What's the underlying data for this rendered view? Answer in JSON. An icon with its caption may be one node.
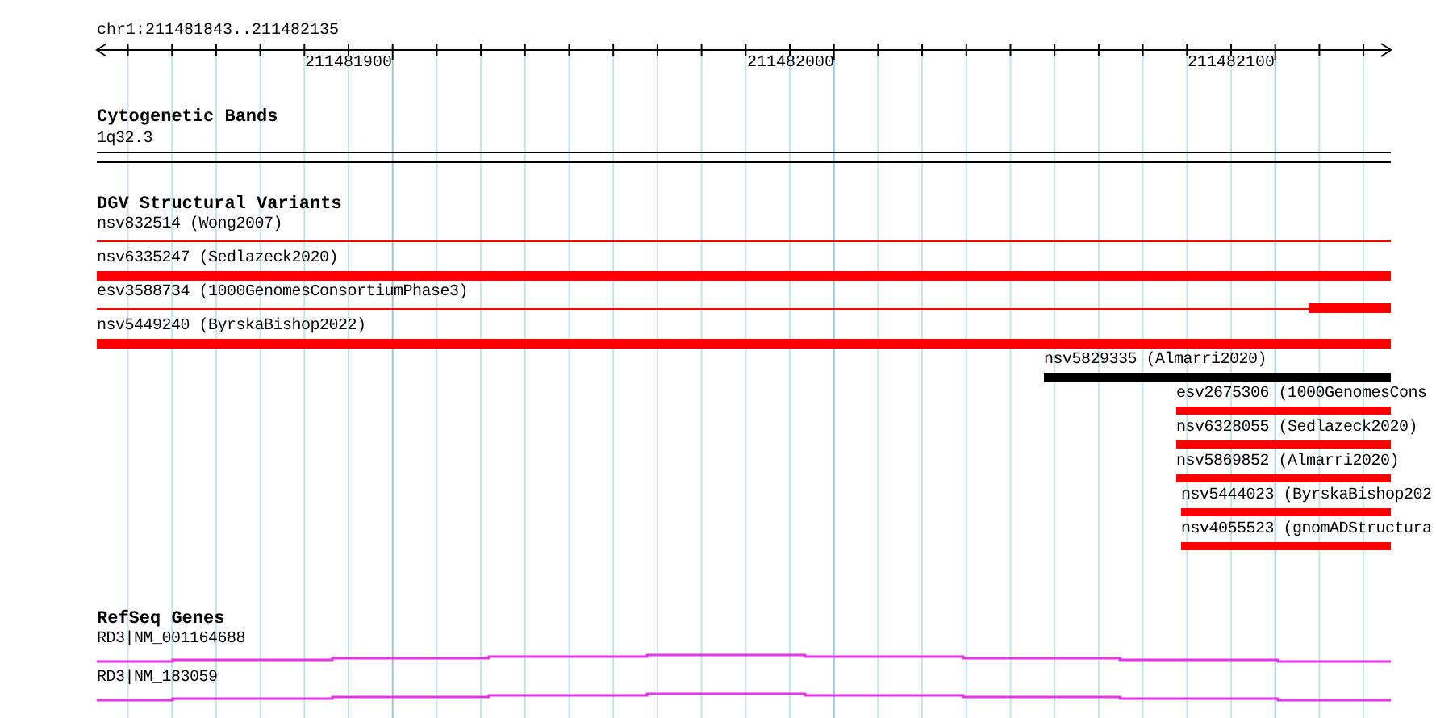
{
  "diagram": {
    "nodes": [
      {
        "text": [
          "1q32.3"
        ]
      },
      {
        "text": [
          "nsv832514 (Wong2007)"
        ]
      },
      {
        "text": [
          "nsv6335247 (Sedlazeck2020)"
        ]
      },
      {
        "text": [
          "esv3588734 (1000GenomesConsortiumPhase3)"
        ]
      },
      {
        "text": [
          "nsv5449240 (ByrskaBishop2022)"
        ]
      },
      {
        "text": [
          "nsv5829335 (Almarri2020)"
        ]
      },
      {
        "text": [
          "esv2675306 (1000GenomesCons"
        ]
      },
      {
        "text": [
          "nsv6328055 (Sedlazeck2020)"
        ]
      },
      {
        "text": [
          "nsv5869852 (Almarri2020)"
        ]
      },
      {
        "text": [
          "nsv5444023 (ByrskaBishop202"
        ]
      },
      {
        "text": [
          "nsv4055523 (gnomADStructura"
        ]
      },
      {
        "text": [
          "RD3|NM_001164688"
        ]
      },
      {
        "text": [
          "RD3|NM_183059"
        ]
      }
    ],
    "labels": [
      "chr1:211481843..211482135",
      "211481900",
      "211482000",
      "211482100",
      "Cytogenetic Bands",
      "DGV Structural Variants",
      "RefSeq Genes"
    ]
  }
}
